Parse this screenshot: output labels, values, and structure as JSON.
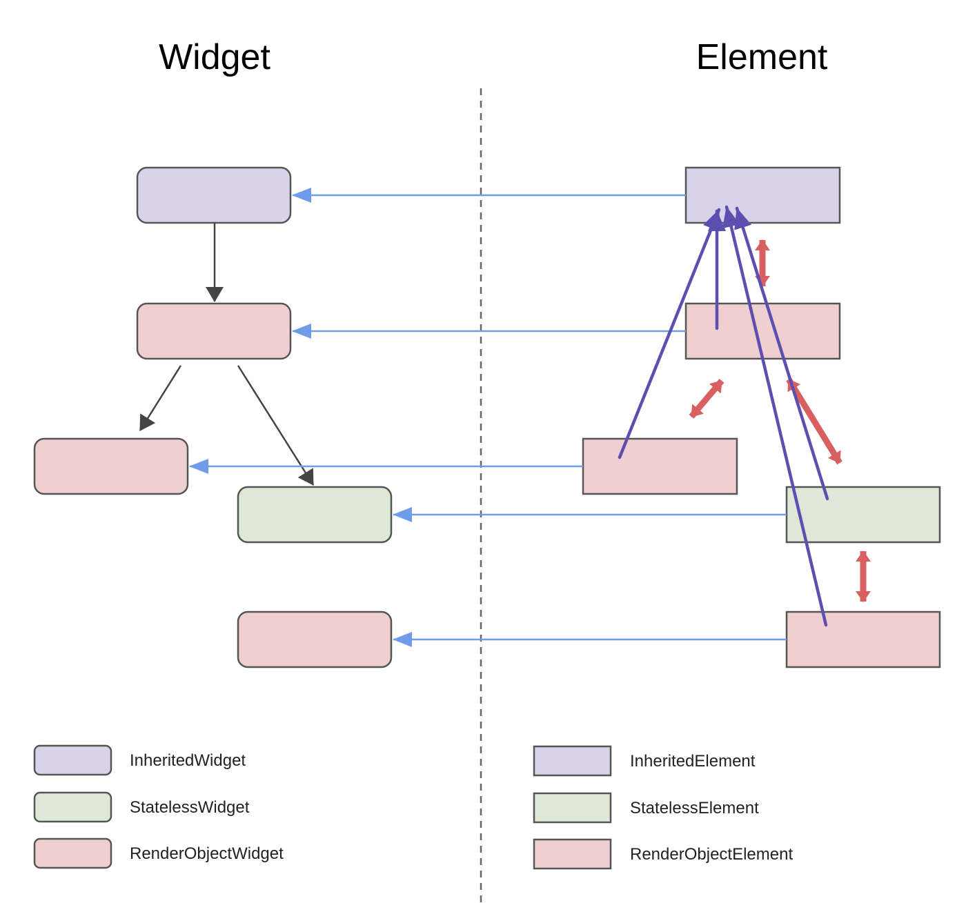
{
  "headings": {
    "left": "Widget",
    "right": "Element"
  },
  "colors": {
    "inherited": "#d8d3e8",
    "stateless": "#dde9d6",
    "render_object": "#efcfd0",
    "reference_arrow": "#6f9ce8",
    "tree_arrow": "#444444",
    "dependency_arrow": "#5d4fb0",
    "element_link_arrow": "#d96060"
  },
  "legend": {
    "widgets": [
      {
        "label": "InheritedWidget",
        "kind": "inherited"
      },
      {
        "label": "StatelessWidget",
        "kind": "stateless"
      },
      {
        "label": "RenderObjectWidget",
        "kind": "render_object"
      }
    ],
    "elements": [
      {
        "label": "InheritedElement",
        "kind": "inherited"
      },
      {
        "label": "StatelessElement",
        "kind": "stateless"
      },
      {
        "label": "RenderObjectElement",
        "kind": "render_object"
      }
    ]
  }
}
